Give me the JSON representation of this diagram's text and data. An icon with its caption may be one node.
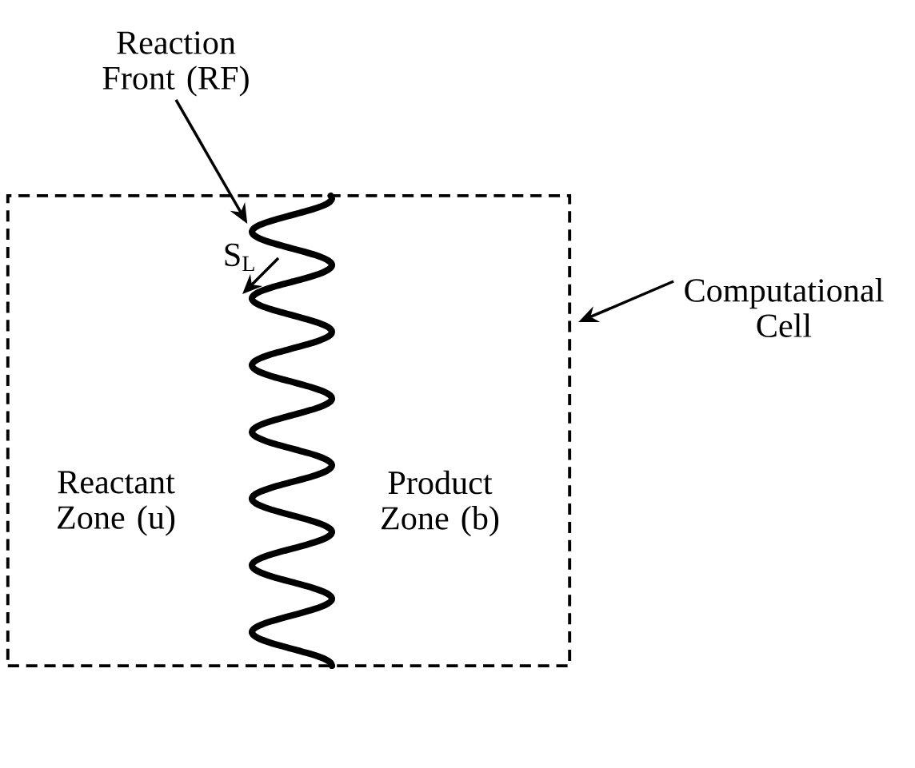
{
  "diagram": {
    "nodes": [
      {
        "text": [
          "Reaction Front (RF)"
        ]
      },
      {
        "text": [],
        "shape": "curve",
        "in": 2
      },
      {
        "text": [],
        "shape": "box"
      },
      {
        "text": [
          "Computational Cell"
        ]
      }
    ],
    "edges": [
      {
        "from": 0,
        "to": 1,
        "arrow": "to"
      },
      {
        "from": 3,
        "to": 2,
        "arrow": "to"
      }
    ],
    "labels": [
      "Reactant Zone (u)",
      "Product Zone (b)",
      "S$_{L}$"
    ]
  }
}
